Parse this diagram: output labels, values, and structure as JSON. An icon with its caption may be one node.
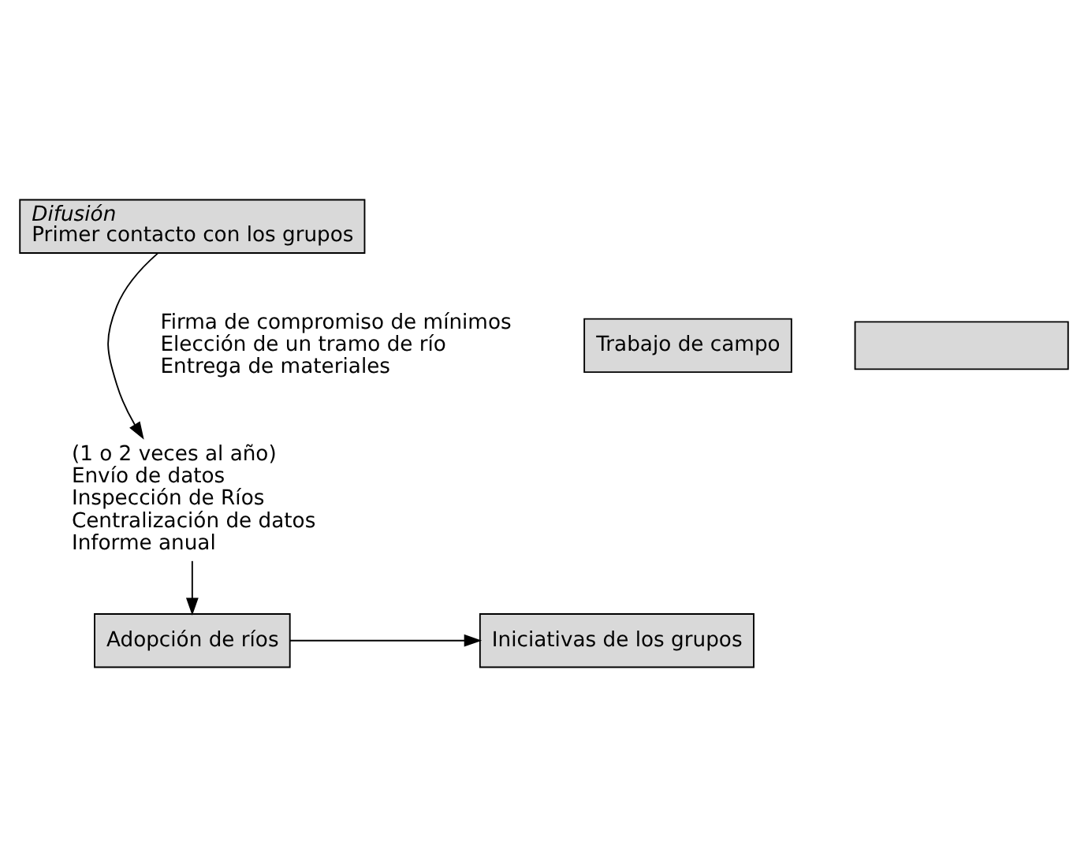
{
  "diagram": {
    "nodes": [
      {
        "text": [
          "Difusión",
          "Primer contacto con los grupos"
        ]
      },
      {
        "text": [
          "(1 o 2 veces al año)",
          "Envío de datos",
          "Inspección de Ríos",
          "Centralización de datos",
          "Informe anual"
        ]
      },
      {
        "text": [
          "Adopción de ríos"
        ]
      },
      {
        "text": [
          "Iniciativas de los grupos"
        ]
      },
      {
        "text": [
          "Trabajo de campo"
        ]
      },
      {
        "text": [],
        "shape": "box"
      }
    ],
    "edges": [
      {
        "from": 0,
        "to": 1,
        "arrow": "to"
      },
      {
        "from": 1,
        "to": 2,
        "arrow": "to"
      },
      {
        "from": 2,
        "to": 3,
        "arrow": "to"
      }
    ],
    "labels": [
      "Firma de compromiso de mínimos",
      "Elección de un tramo de río",
      "Entrega de materiales"
    ]
  }
}
